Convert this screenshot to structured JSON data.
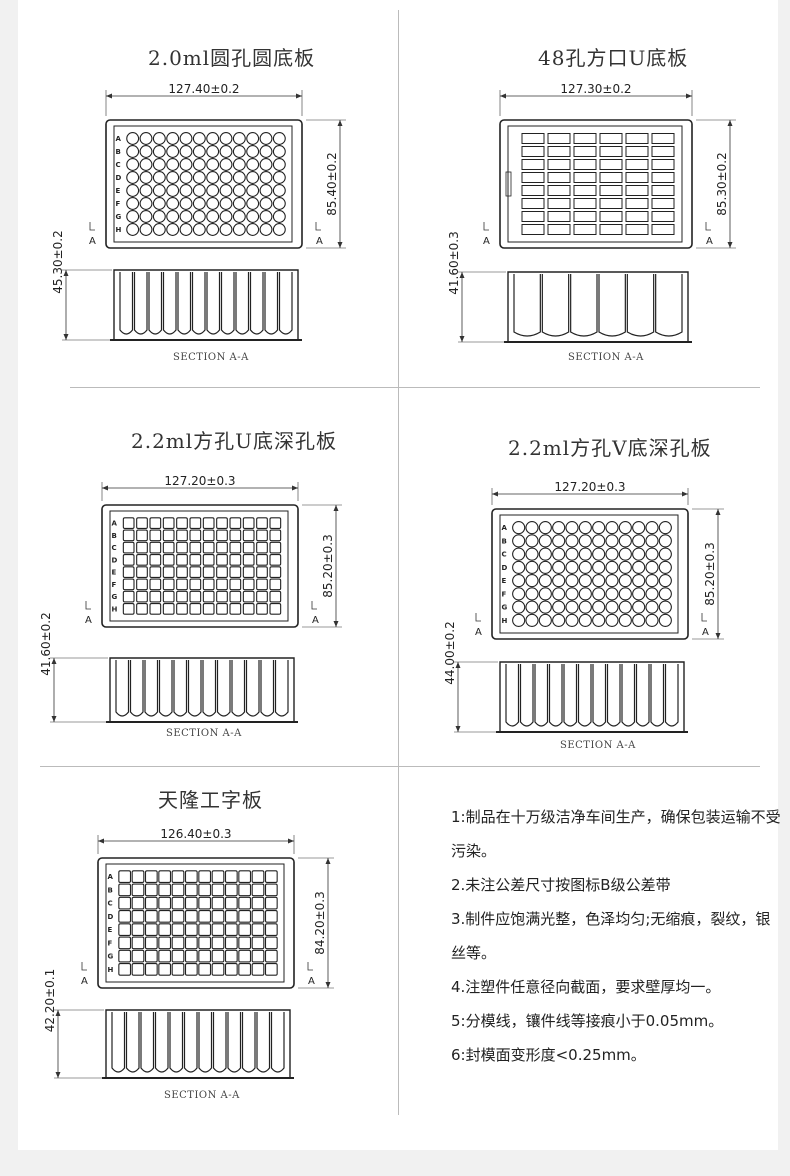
{
  "panels": [
    {
      "title": "2.0ml圆孔圆底板",
      "width_dim": "127.40±0.2",
      "height_dim": "85.40±0.2",
      "depth_dim": "45.30±0.2",
      "section_label": "SECTION A-A",
      "cut_label": "A",
      "rows": "ABCDEFGH",
      "cols": 12,
      "well_shape": "round"
    },
    {
      "title": "48孔方口U底板",
      "width_dim": "127.30±0.2",
      "height_dim": "85.30±0.2",
      "depth_dim": "41.60±0.3",
      "section_label": "SECTION A-A",
      "cut_label": "A",
      "rows": "",
      "cols": 6,
      "well_shape": "rect"
    },
    {
      "title": "2.2ml方孔U底深孔板",
      "width_dim": "127.20±0.3",
      "height_dim": "85.20±0.3",
      "depth_dim": "41.60±0.2",
      "section_label": "SECTION A-A",
      "cut_label": "A",
      "rows": "ABCDEFGH",
      "cols": 12,
      "well_shape": "square"
    },
    {
      "title": "2.2ml方孔V底深孔板",
      "width_dim": "127.20±0.3",
      "height_dim": "85.20±0.3",
      "depth_dim": "44.00±0.2",
      "section_label": "SECTION A-A",
      "cut_label": "A",
      "rows": "ABCDEFGH",
      "cols": 12,
      "well_shape": "round"
    },
    {
      "title": "天隆工字板",
      "width_dim": "126.40±0.3",
      "height_dim": "84.20±0.3",
      "depth_dim": "42.20±0.1",
      "section_label": "SECTION A-A",
      "cut_label": "A",
      "rows": "ABCDEFGH",
      "cols": 12,
      "well_shape": "square"
    }
  ],
  "notes": [
    "1:制品在十万级洁净车间生产，确保包装运输不受污染。",
    "2.未注公差尺寸按图标B级公差带",
    "3.制件应饱满光整，色泽均匀;无缩痕，裂纹，银丝等。",
    "4.注塑件任意径向截面，要求壁厚均一。",
    "5:分模线，镶件线等接痕小于0.05mm。",
    "6:封模面变形度<0.25mm。"
  ]
}
